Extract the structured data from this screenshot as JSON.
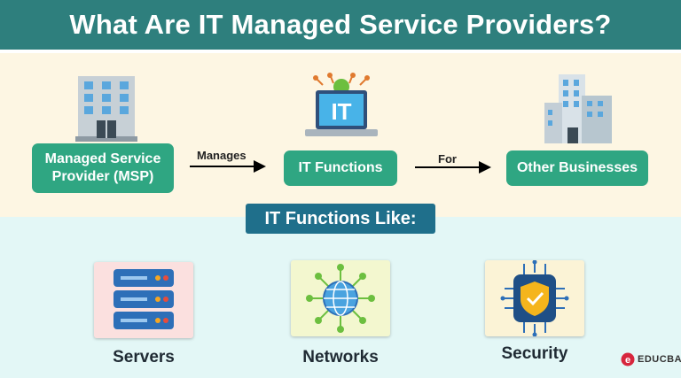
{
  "title": "What Are IT Managed Service Providers?",
  "flow": {
    "msp": "Managed Service Provider (MSP)",
    "msp_line1": "Managed Service",
    "msp_line2": "Provider (MSP)",
    "arrow1_label": "Manages",
    "it_functions": "IT Functions",
    "arrow2_label": "For",
    "other_businesses": "Other Businesses"
  },
  "section_title": "IT Functions Like:",
  "items": [
    {
      "label": "Servers",
      "icon": "server-rack-icon"
    },
    {
      "label": "Networks",
      "icon": "globe-network-icon"
    },
    {
      "label": "Security",
      "icon": "shield-chip-icon"
    }
  ],
  "brand": "EDUCBA",
  "colors": {
    "header": "#2e7f7d",
    "box": "#2fa682",
    "section_title": "#1f6f8b",
    "top_band": "#fdf6e3",
    "bottom_band": "#e3f7f6"
  }
}
